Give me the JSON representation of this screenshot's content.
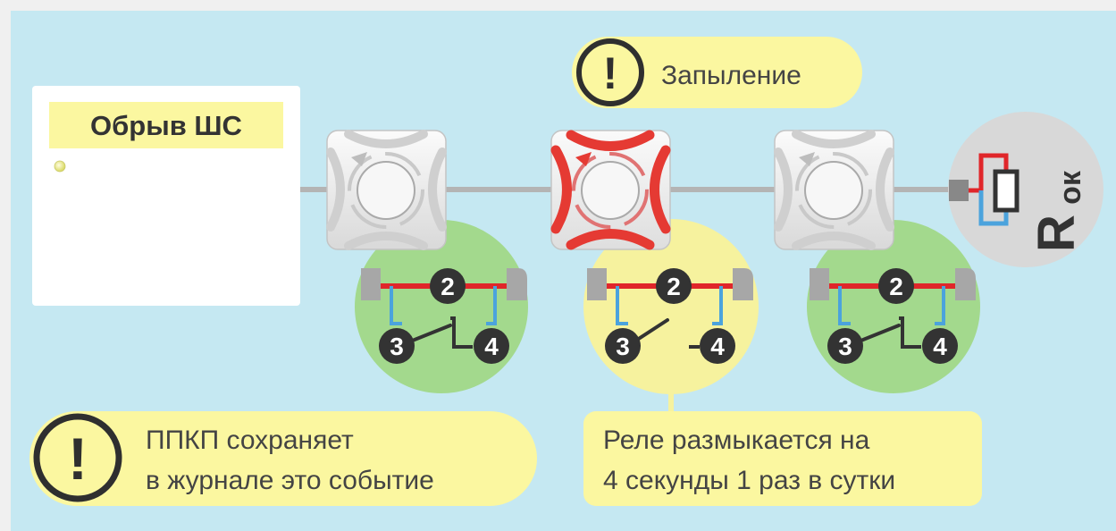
{
  "panel": {
    "title": "Обрыв ШС"
  },
  "callouts": {
    "top_label": "Запыление",
    "bottom_left_line1": "ППКП сохраняет",
    "bottom_left_line2": "в журнале это событие",
    "bottom_right_line1": "Реле размыкается на",
    "bottom_right_line2": "4 секунды 1 раз в сутки",
    "warning_symbol": "!"
  },
  "resistor": {
    "label_main": "R",
    "label_sub": "ок"
  },
  "detectors": [
    {
      "state": "normal",
      "contact_labels": [
        "2",
        "3",
        "4"
      ]
    },
    {
      "state": "dust",
      "contact_labels": [
        "2",
        "3",
        "4"
      ]
    },
    {
      "state": "normal",
      "contact_labels": [
        "2",
        "3",
        "4"
      ]
    }
  ],
  "colors": {
    "background": "#c5e8f2",
    "callout_yellow": "#fbf7a0",
    "relay_green": "#a3d98d",
    "relay_yellow": "#f6f29e",
    "wire_red": "#e0262a",
    "wire_blue": "#4ba3dd",
    "detector_alarm": "#e53a33",
    "indicator": "#e8e870"
  },
  "icons": [
    "warning-icon",
    "detector-icon",
    "resistor-icon",
    "relay-contact-icon"
  ]
}
